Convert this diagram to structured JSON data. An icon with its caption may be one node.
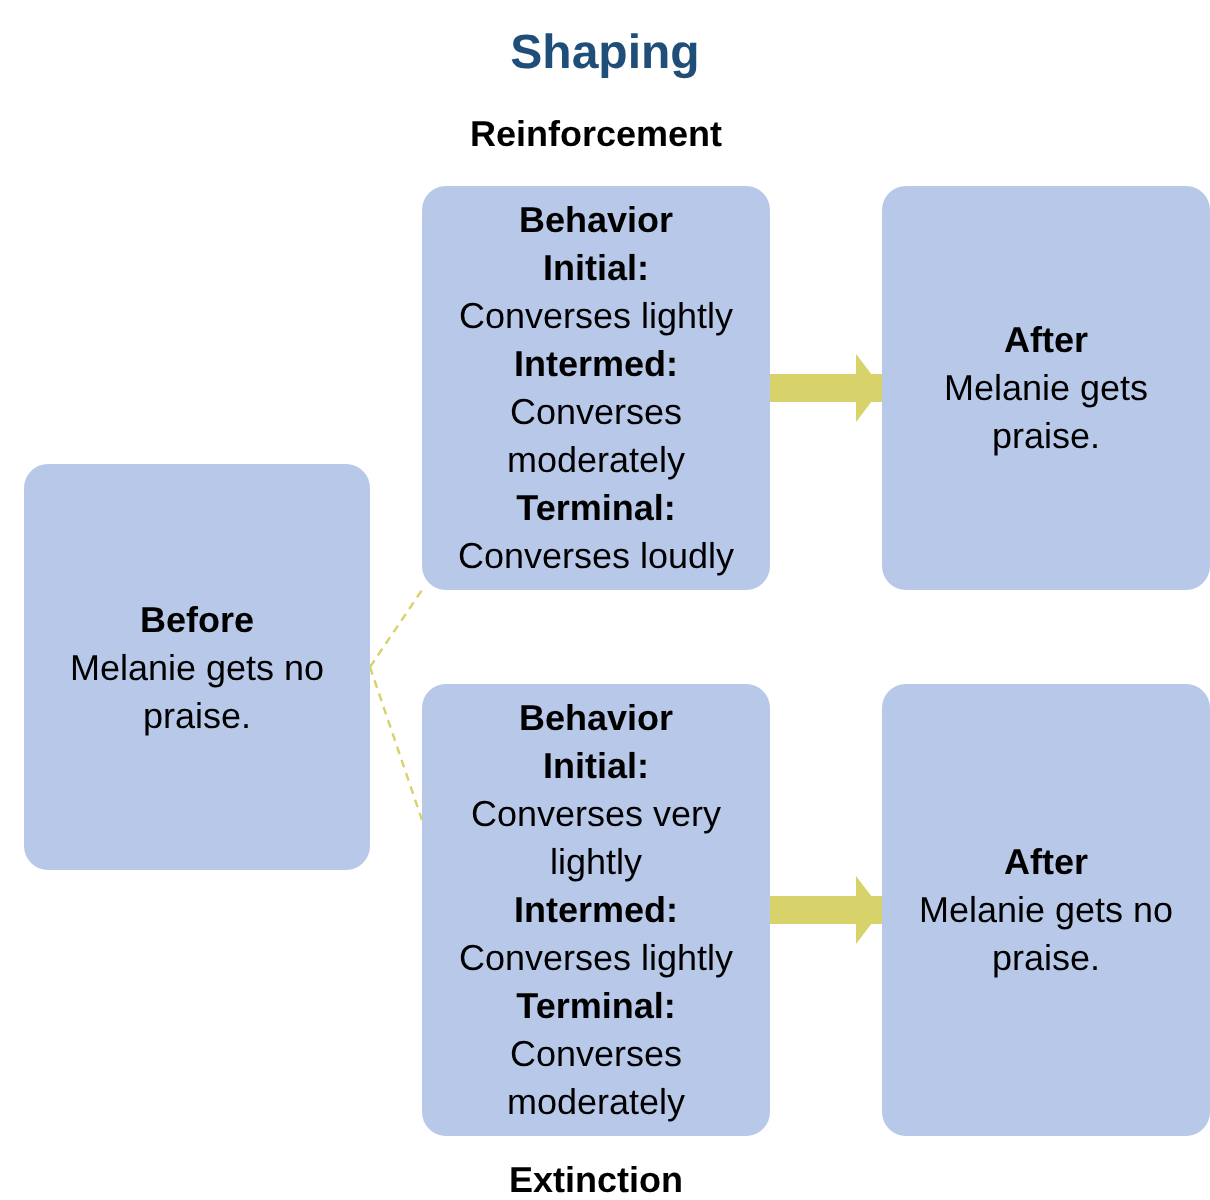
{
  "diagram": {
    "title": "Shaping",
    "nodes": [
      {
        "text": [
          "Before",
          "Melanie gets no praise."
        ]
      },
      {
        "text": [
          "Behavior",
          "Initial:",
          "Converses lightly",
          "Intermed:",
          "Converses moderately",
          "Terminal:",
          "Converses loudly"
        ]
      },
      {
        "text": [
          "After",
          "Melanie gets praise."
        ]
      },
      {
        "text": [
          "Behavior",
          "Initial:",
          "Converses very lightly",
          "Intermed:",
          "Converses lightly",
          "Terminal:",
          "Converses moderately"
        ]
      },
      {
        "text": [
          "After",
          "Melanie gets no praise."
        ]
      }
    ],
    "edges": [
      {
        "from": 0,
        "to": 1,
        "arrow": "none",
        "style": "dashed"
      },
      {
        "from": 0,
        "to": 3,
        "arrow": "none",
        "style": "dashed"
      },
      {
        "from": 1,
        "to": 2,
        "arrow": "to",
        "style": "thick"
      },
      {
        "from": 3,
        "to": 4,
        "arrow": "to",
        "style": "thick"
      }
    ],
    "labels": [
      "Reinforcement",
      "Extinction"
    ]
  }
}
